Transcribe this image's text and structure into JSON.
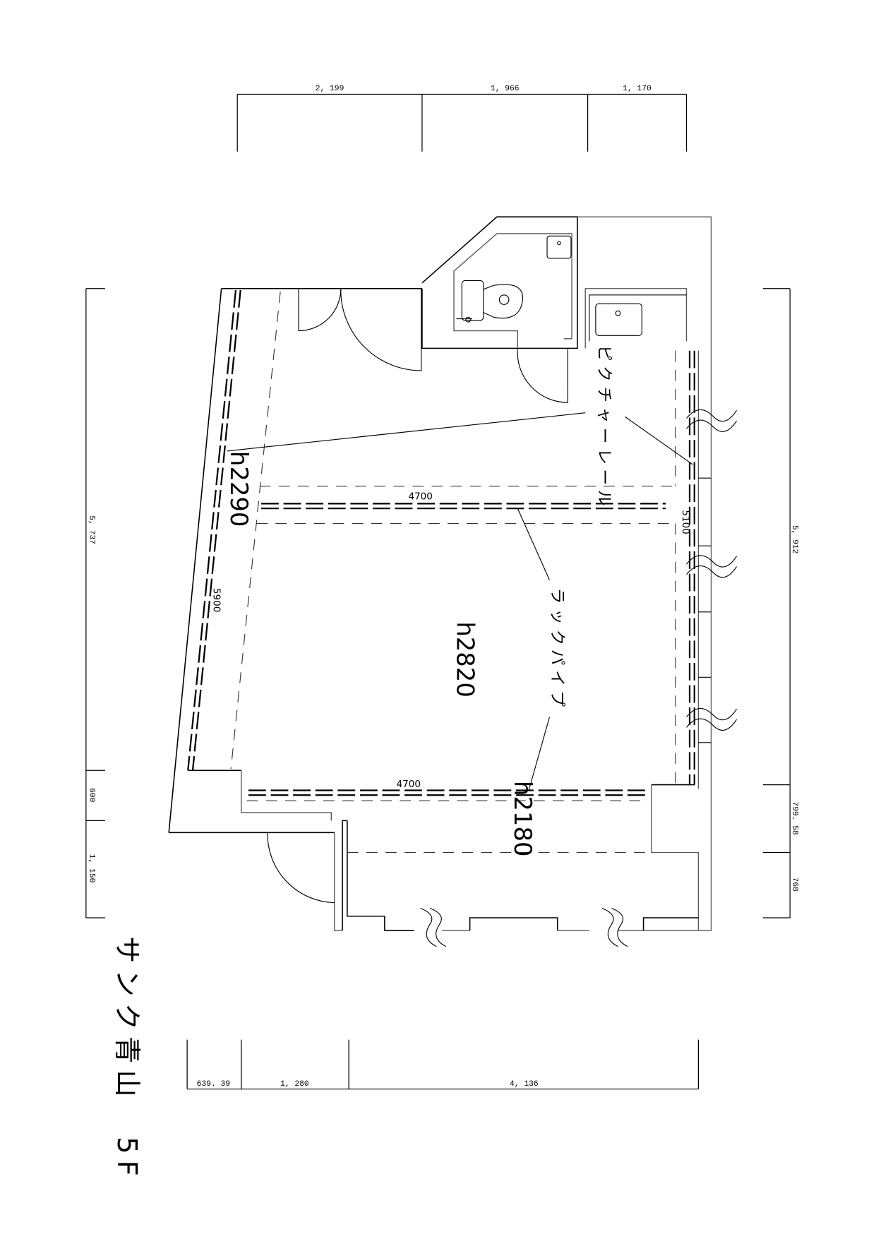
{
  "title": "サンク青山　5F",
  "dimensions": {
    "top": [
      "2, 199",
      "1, 966",
      "1, 170"
    ],
    "left": [
      "5, 737",
      "600",
      "1, 150"
    ],
    "right": [
      "5, 912",
      "799. 58",
      "768"
    ],
    "bottom": [
      "639. 39",
      "1, 280",
      "4, 136"
    ]
  },
  "labels": {
    "picture_rail": "ピクチャーレール",
    "rack_pipe": "ラックパイプ",
    "h_left": "h2290",
    "h_center": "h2820",
    "h_bottom": "h2180",
    "rail_top_len": "4700",
    "rail_bottom_len": "4700",
    "left_wall_len": "5900",
    "right_wall_len": "5100"
  },
  "fixtures": {
    "toilet": "toilet-icon",
    "sink": "sink-icon",
    "hand_basin": "hand-basin-icon"
  }
}
